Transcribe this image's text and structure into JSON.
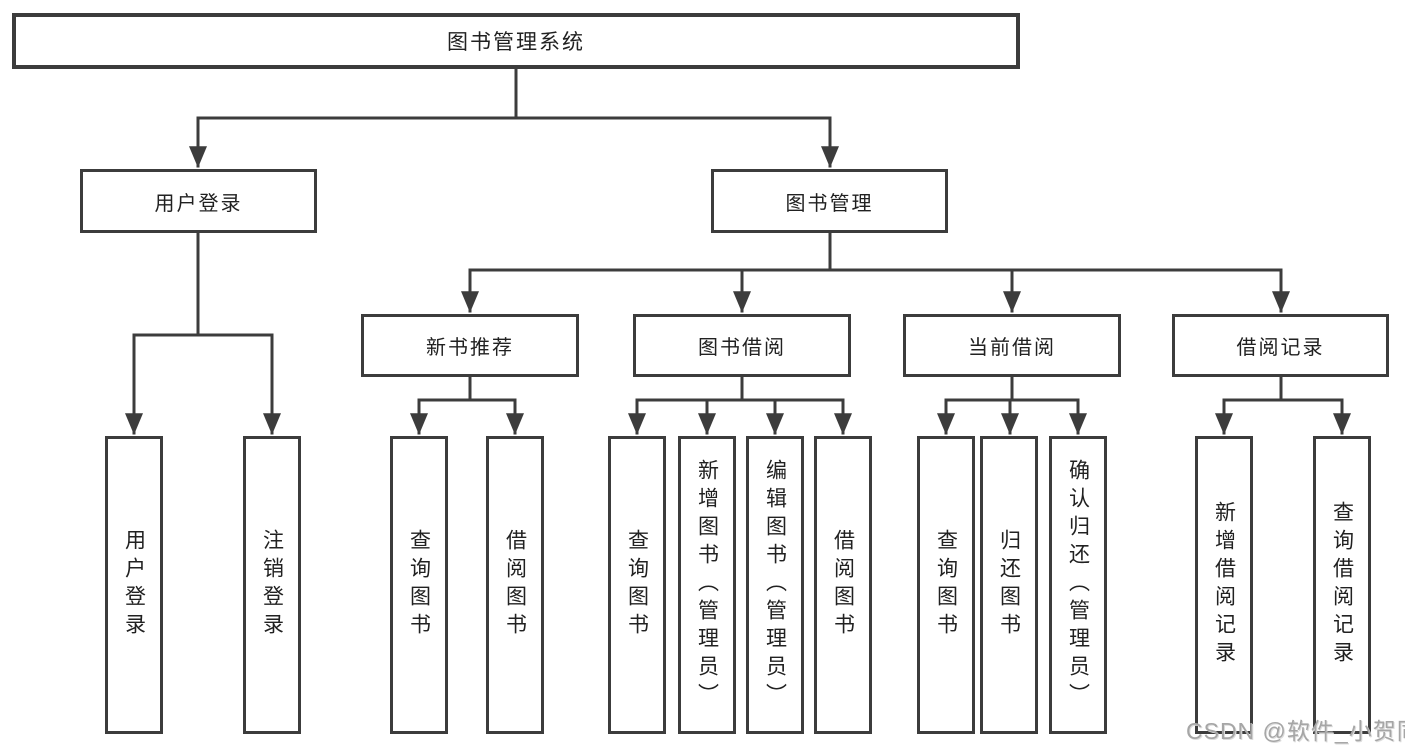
{
  "tree": {
    "root": {
      "label": "图书管理系统"
    },
    "branches": [
      {
        "label": "用户登录",
        "children": [
          {
            "label": "用户登录"
          },
          {
            "label": "注销登录"
          }
        ]
      },
      {
        "label": "图书管理",
        "children": [
          {
            "label": "新书推荐",
            "children": [
              {
                "label": "查询图书"
              },
              {
                "label": "借阅图书"
              }
            ]
          },
          {
            "label": "图书借阅",
            "children": [
              {
                "label": "查询图书"
              },
              {
                "label": "新增图书（管理员）"
              },
              {
                "label": "编辑图书（管理员）"
              },
              {
                "label": "借阅图书"
              }
            ]
          },
          {
            "label": "当前借阅",
            "children": [
              {
                "label": "查询图书"
              },
              {
                "label": "归还图书"
              },
              {
                "label": "确认归还（管理员）"
              }
            ]
          },
          {
            "label": "借阅记录",
            "children": [
              {
                "label": "新增借阅记录"
              },
              {
                "label": "查询借阅记录"
              }
            ]
          }
        ]
      }
    ]
  },
  "watermark": "CSDN @软件_小贺同学",
  "colors": {
    "line": "#3c3c3c",
    "text": "#212121",
    "background": "#ffffff",
    "watermark": "#a6a6a6"
  }
}
